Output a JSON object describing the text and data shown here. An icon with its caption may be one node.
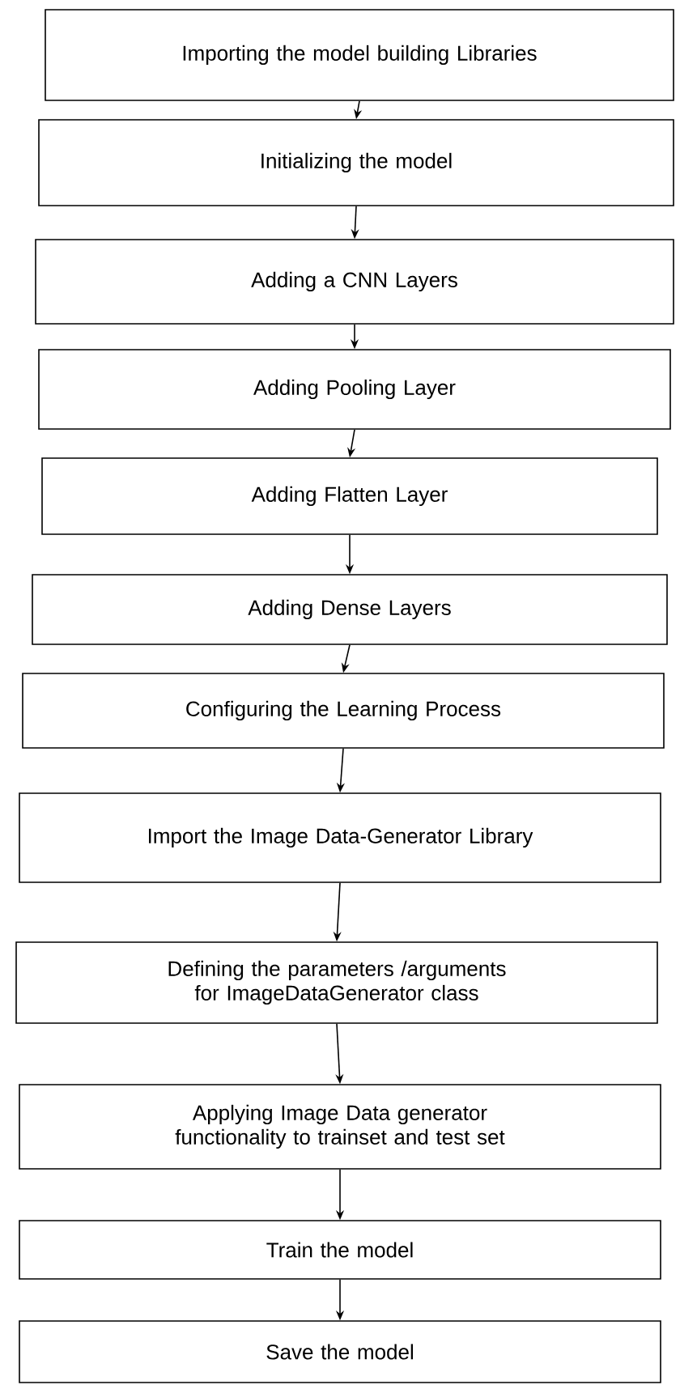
{
  "diagram": {
    "nodes": [
      {
        "text": [
          "Importing the model building Libraries"
        ]
      },
      {
        "text": [
          "Initializing the model"
        ]
      },
      {
        "text": [
          "Adding a CNN Layers"
        ]
      },
      {
        "text": [
          "Adding Pooling Layer"
        ]
      },
      {
        "text": [
          "Adding Flatten Layer"
        ]
      },
      {
        "text": [
          "Adding Dense Layers"
        ]
      },
      {
        "text": [
          "Configuring the Learning Process"
        ]
      },
      {
        "text": [
          "Import the Image Data-Generator Library"
        ]
      },
      {
        "text": [
          "Defining the parameters /arguments for ImageDataGenerator class"
        ]
      },
      {
        "text": [
          "Applying Image Data generator functionality to trainset and test set"
        ]
      },
      {
        "text": [
          "Train the model"
        ]
      },
      {
        "text": [
          "Save the model"
        ]
      }
    ],
    "edges": [
      {
        "from": 0,
        "to": 1,
        "arrow": "to"
      },
      {
        "from": 1,
        "to": 2,
        "arrow": "to"
      },
      {
        "from": 2,
        "to": 3,
        "arrow": "to"
      },
      {
        "from": 3,
        "to": 4,
        "arrow": "to"
      },
      {
        "from": 4,
        "to": 5,
        "arrow": "to"
      },
      {
        "from": 5,
        "to": 6,
        "arrow": "to"
      },
      {
        "from": 6,
        "to": 7,
        "arrow": "to"
      },
      {
        "from": 7,
        "to": 8,
        "arrow": "to"
      },
      {
        "from": 8,
        "to": 9,
        "arrow": "to"
      },
      {
        "from": 9,
        "to": 10,
        "arrow": "to"
      },
      {
        "from": 10,
        "to": 11,
        "arrow": "to"
      }
    ]
  }
}
